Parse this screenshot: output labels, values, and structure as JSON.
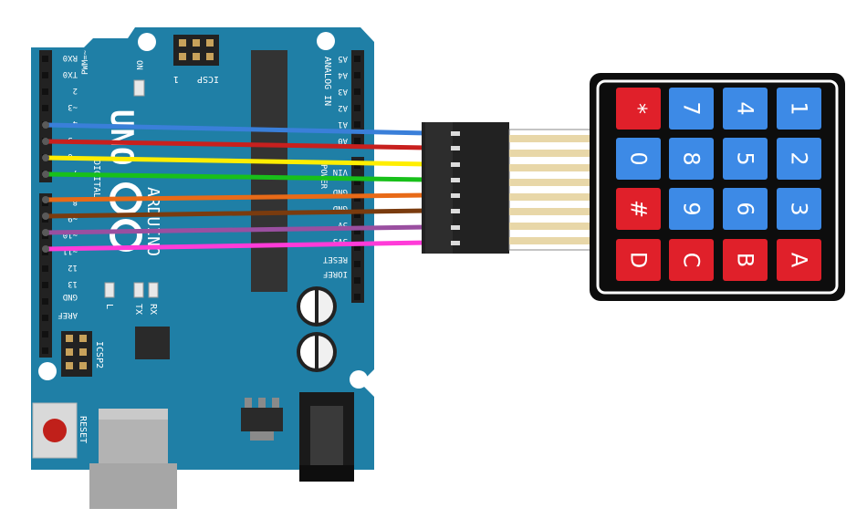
{
  "board": {
    "color": "#1f7fa6",
    "header_left_labels": [
      "RX0",
      "TX0",
      "2",
      "~3",
      "4",
      "~5",
      "~6",
      "7",
      "8",
      "~9",
      "~10",
      "~11",
      "12",
      "13",
      "GND",
      "AREF"
    ],
    "pwm_label": "PWM=~",
    "digital_label": "DIGITAL",
    "icsp_label": "ICSP",
    "icsp_pin1": "1",
    "icsp2_label": "ICSP2",
    "on_label": "ON",
    "l_label": "L",
    "tx_label": "TX",
    "rx_label": "RX",
    "uno_label": "UNO",
    "arduino_label": "ARDUINO",
    "reset_label": "RESET",
    "analog_label": "ANALOG IN",
    "analog_pins": [
      "A5",
      "A4",
      "A3",
      "A2",
      "A1",
      "A0"
    ],
    "power_label": "POWER",
    "power_pins": [
      "VIN",
      "GND",
      "GND",
      "5V",
      "3V3",
      "RESET",
      "IOREF"
    ]
  },
  "wires": [
    {
      "color": "#3a7fd9"
    },
    {
      "color": "#c8201e"
    },
    {
      "color": "#ffee00"
    },
    {
      "color": "#18c01a"
    },
    {
      "color": "#e86a17"
    },
    {
      "color": "#7a3b0e"
    },
    {
      "color": "#9a4fa0"
    },
    {
      "color": "#ff3bd8"
    }
  ],
  "keypad": {
    "blue": "#3d8ae6",
    "red": "#e0202a",
    "keys": [
      {
        "label": "*",
        "color": "red"
      },
      {
        "label": "7",
        "color": "blue"
      },
      {
        "label": "4",
        "color": "blue"
      },
      {
        "label": "1",
        "color": "blue"
      },
      {
        "label": "0",
        "color": "blue"
      },
      {
        "label": "8",
        "color": "blue"
      },
      {
        "label": "5",
        "color": "blue"
      },
      {
        "label": "2",
        "color": "blue"
      },
      {
        "label": "#",
        "color": "red"
      },
      {
        "label": "9",
        "color": "blue"
      },
      {
        "label": "6",
        "color": "blue"
      },
      {
        "label": "3",
        "color": "blue"
      },
      {
        "label": "D",
        "color": "red"
      },
      {
        "label": "C",
        "color": "red"
      },
      {
        "label": "B",
        "color": "red"
      },
      {
        "label": "A",
        "color": "red"
      }
    ]
  }
}
